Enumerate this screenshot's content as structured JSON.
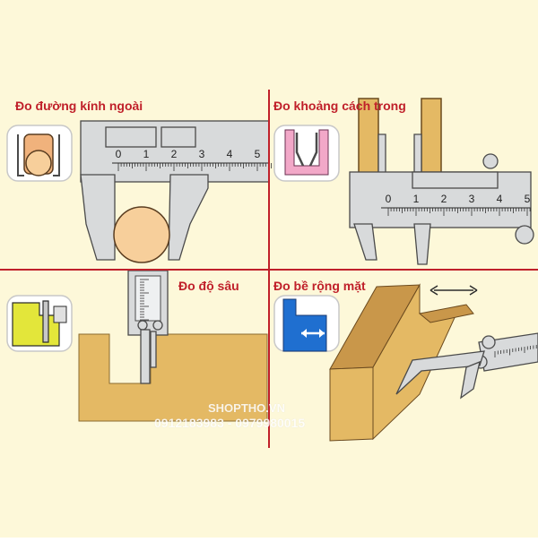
{
  "colors": {
    "background": "#fdf8d9",
    "divider": "#c0202a",
    "label": "#c0202a",
    "caliper_fill": "#d8dadb",
    "caliper_stroke": "#4a4a4a",
    "wood": "#e4b964",
    "wood_dark": "#c9974a",
    "ball": "#f7cf9b",
    "inset_frame": "#c8c8c8",
    "inset_orange": "#f0b27c",
    "inset_pink": "#f2a8c8",
    "inset_yellow": "#e3e63a",
    "inset_blue": "#1f6fd0"
  },
  "panels": {
    "outside": {
      "label": "Đo đường kính ngoài",
      "scale": [
        "0",
        "1",
        "2",
        "3",
        "4",
        "5"
      ]
    },
    "inside": {
      "label": "Đo khoảng cách trong",
      "scale": [
        "0",
        "1",
        "2",
        "3",
        "4",
        "5"
      ]
    },
    "depth": {
      "label": "Đo độ sâu"
    },
    "step": {
      "label": "Đo bề rộng mặt"
    }
  },
  "watermark": {
    "shop": "SHOPTHO.VN",
    "phones": "0912183983 - 0979980015"
  }
}
